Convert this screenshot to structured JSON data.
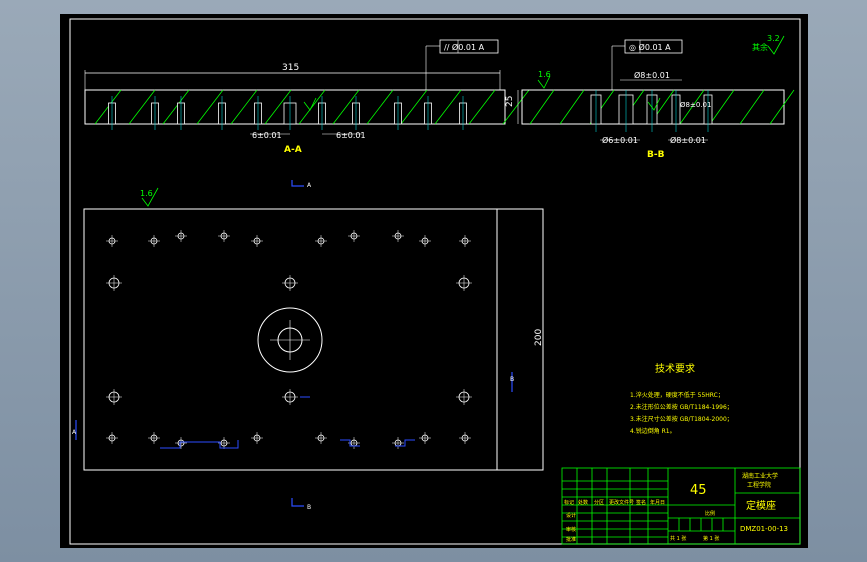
{
  "colors": {
    "background": "#000000",
    "line": "#ffffff",
    "hatch": "#00ff00",
    "center": "#00d0d0",
    "dim": "#2b4dff",
    "text": "#ffffff",
    "highlight": "#ffff00",
    "frame": "#00ff00"
  },
  "drawing": {
    "dim_length": "315",
    "dim_height_top": "25",
    "dim_height_plan": "200",
    "tol_parallel": "// Ø0.01 A",
    "tol_concentric": "◎ Ø0.01 A",
    "dim_a1": "6±0.01",
    "dim_a2": "6±0.01",
    "dim_b1": "Ø8±0.01",
    "dim_b2": "Ø8±0.01",
    "dim_b3": "Ø6±0.01",
    "dim_b4": "Ø8±0.01",
    "section_a": "A-A",
    "section_b": "B-B",
    "rough_1": "1.6",
    "rough_2": "1.6",
    "rough_3": "1.6",
    "rough_4": "3.2",
    "rough_other": "其余",
    "marker_a_top": "A",
    "marker_a_bottom": "B",
    "marker_a_left": "A",
    "marker_a_right": "B"
  },
  "notes": {
    "title": "技术要求",
    "lines": [
      "1.淬火处理，硬度不低于 55HRC；",
      "2.未注形位公差按 GB/T1184-1996；",
      "3.未注尺寸公差按 GB/T1804-2000；",
      "4.锐边倒角 R1。"
    ]
  },
  "titleblock": {
    "material": "45",
    "school": "湖南工业大学",
    "school2": "工程学院",
    "part_name": "定模座",
    "part_no": "DMZ01-00-13",
    "scale_label": "比例",
    "sheet_label": "共 1 张",
    "sheet_label2": "第 1 张",
    "row_labels": [
      "标记",
      "处数",
      "分区",
      "更改文件号",
      "签名",
      "年月日"
    ],
    "designer": "设计",
    "checker": "审核",
    "approver": "批准"
  }
}
